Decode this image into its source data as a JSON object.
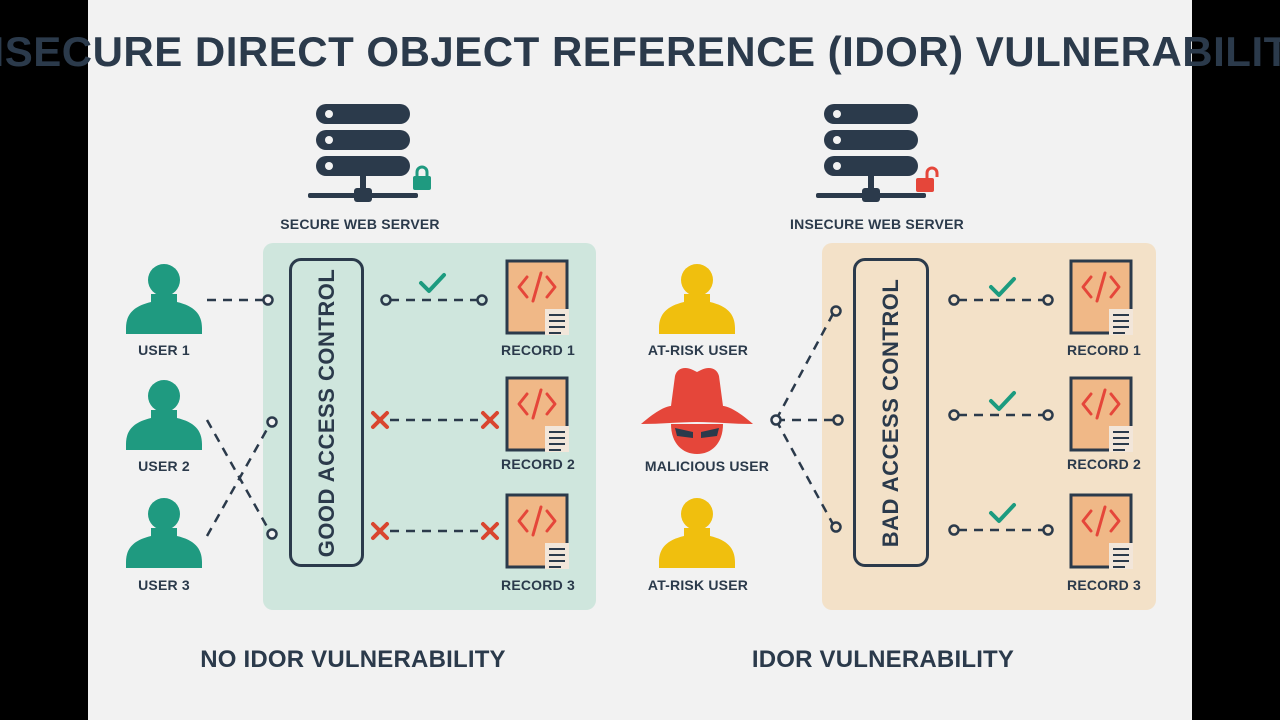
{
  "title": "INSECURE DIRECT OBJECT REFERENCE (IDOR) VULNERABILITY",
  "colors": {
    "dark": "#2b3a4b",
    "teal": "#1f9a80",
    "yellow": "#f0bf0e",
    "red": "#e5463a",
    "check": "#1c9b7f",
    "cross": "#d9452f",
    "record_fill": "#f0b887",
    "panel_left": "#cfe6dd",
    "panel_right": "#f3e1c8"
  },
  "left": {
    "server_label": "SECURE WEB SERVER",
    "control_label": "GOOD ACCESS CONTROL",
    "footer": "NO IDOR VULNERABILITY",
    "users": [
      {
        "label": "USER 1"
      },
      {
        "label": "USER 2"
      },
      {
        "label": "USER 3"
      }
    ],
    "records": [
      {
        "label": "RECORD 1",
        "access": "allowed"
      },
      {
        "label": "RECORD 2",
        "access": "denied"
      },
      {
        "label": "RECORD 3",
        "access": "denied"
      }
    ]
  },
  "right": {
    "server_label": "INSECURE WEB SERVER",
    "control_label": "BAD ACCESS CONTROL",
    "footer": "IDOR VULNERABILITY",
    "users": [
      {
        "label": "AT-RISK USER"
      },
      {
        "label": "MALICIOUS USER"
      },
      {
        "label": "AT-RISK USER"
      }
    ],
    "records": [
      {
        "label": "RECORD 1",
        "access": "allowed"
      },
      {
        "label": "RECORD 2",
        "access": "allowed"
      },
      {
        "label": "RECORD 3",
        "access": "allowed"
      }
    ]
  }
}
